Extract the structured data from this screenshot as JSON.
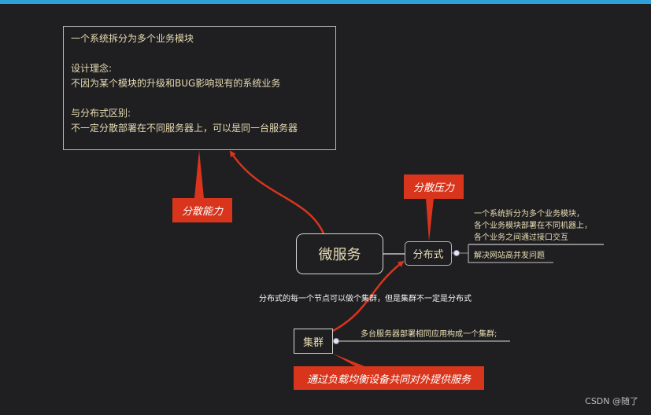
{
  "colors": {
    "background": "#1f1f21",
    "top_bar": "#2f9fd8",
    "callout_red": "#d9351c",
    "node_text": "#e8dcb3",
    "border_gray": "#b9b9b9"
  },
  "note_box": {
    "lines": [
      "一个系统拆分为多个业务模块",
      "",
      "设计理念:",
      "不因为某个模块的升级和BUG影响现有的系统业务",
      "",
      "与分布式区别:",
      "不一定分散部署在不同服务器上，可以是同一台服务器"
    ]
  },
  "callouts": {
    "dispersion_ability": "分散能力",
    "dispersion_pressure": "分散压力",
    "load_balancing": "通过负载均衡设备共同对外提供服务"
  },
  "nodes": {
    "microservice": "微服务",
    "distributed": "分布式",
    "cluster": "集群"
  },
  "distributed_leaves": {
    "description_lines": [
      "一个系统拆分为多个业务模块，",
      "各个业务模块部署在不同机器上，",
      "各个业务之间通过接口交互"
    ],
    "purpose": "解决网站高并发问题"
  },
  "cluster_leaf": "多台服务器部署相同应用构成一个集群;",
  "relation_label": "分布式的每一个节点可以做个集群，但是集群不一定是分布式",
  "watermark": "CSDN @随了"
}
